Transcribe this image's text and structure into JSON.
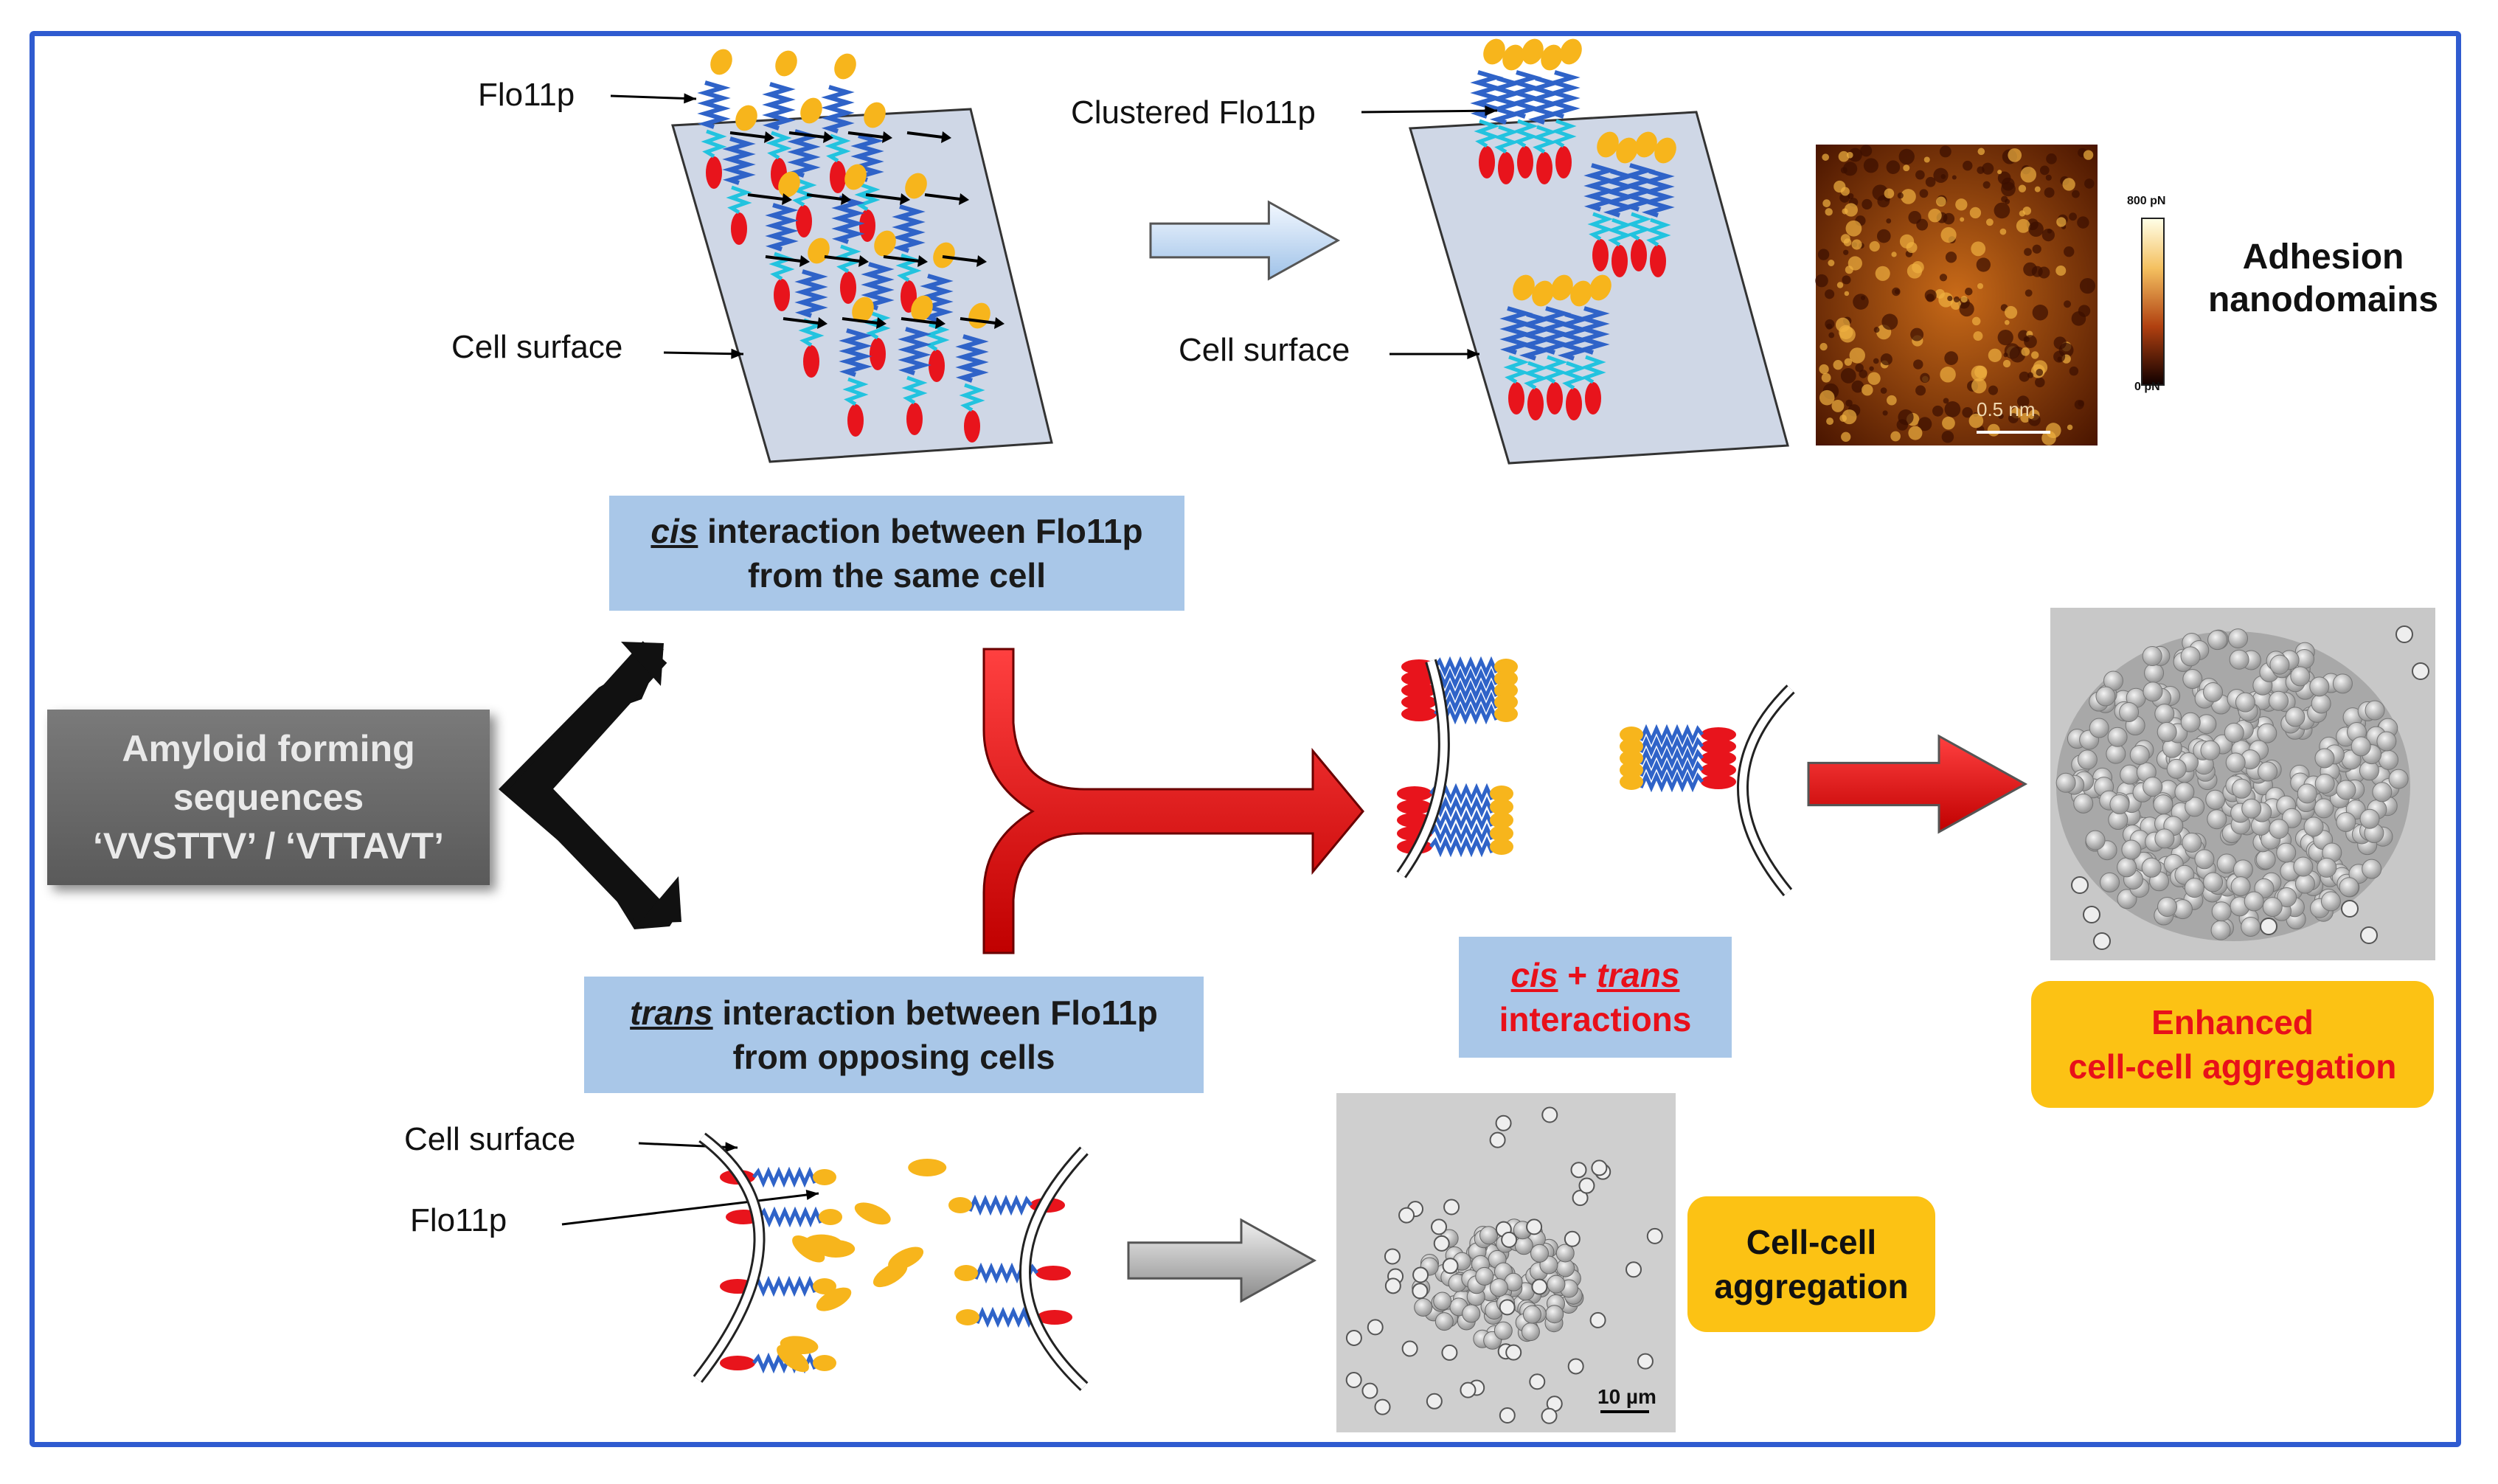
{
  "top_left": {
    "flo11p_label": "Flo11p",
    "cell_surface_label": "Cell surface"
  },
  "top_right": {
    "clustered_label": "Clustered Flo11p",
    "cell_surface_label": "Cell surface"
  },
  "afm": {
    "scale_max": "800 pN",
    "scale_min": "0 pN",
    "scale_bar": "0.5 nm",
    "adhesion_line1": "Adhesion",
    "adhesion_line2": "nanodomains"
  },
  "cis_box": {
    "keyword": "cis",
    "line1_rest": " interaction between Flo11p",
    "line2": "from the same cell"
  },
  "amyloid_box": {
    "line1": "Amyloid forming",
    "line2": "sequences",
    "line3": "‘VVSTTV’ / ‘VTTAVT’"
  },
  "trans_box": {
    "keyword": "trans",
    "line1_rest": " interaction between Flo11p",
    "line2": "from opposing cells"
  },
  "cis_trans_box": {
    "cis": "cis",
    "plus": " + ",
    "trans": "trans",
    "line2": "interactions"
  },
  "enhanced_box": {
    "line1": "Enhanced",
    "line2": "cell-cell aggregation"
  },
  "bottom_left": {
    "cell_surface_label": "Cell surface",
    "flo11p_label": "Flo11p"
  },
  "micrograph_small": {
    "scale_bar": "10 µm"
  },
  "aggregation_box": {
    "line1": "Cell-cell",
    "line2": "aggregation"
  },
  "colors": {
    "frame": "#2f5bd0",
    "blue_box": "#a9c7e8",
    "gold_box": "#fcc214",
    "red_text": "#e8101a",
    "red_arrow": "#e01818",
    "protein_yellow": "#f7b51c",
    "protein_red": "#e8141c",
    "protein_blue": "#2f63c8",
    "protein_cyan": "#22c3df"
  }
}
